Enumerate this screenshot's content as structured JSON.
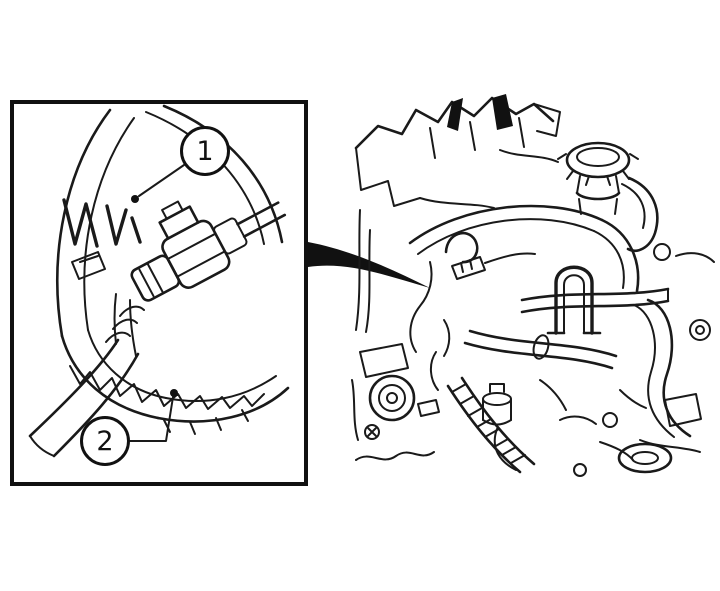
{
  "figure": {
    "kind": "technical-illustration",
    "callouts": [
      {
        "id": 1,
        "label": "1"
      },
      {
        "id": 2,
        "label": "2"
      }
    ],
    "pointer": {
      "shape": "solid-wedge-arrow",
      "direction": "right"
    },
    "colors": {
      "line": "#1a1a1a",
      "background": "#ffffff",
      "pointer_fill": "#000000",
      "callout_border": "#111111"
    }
  }
}
